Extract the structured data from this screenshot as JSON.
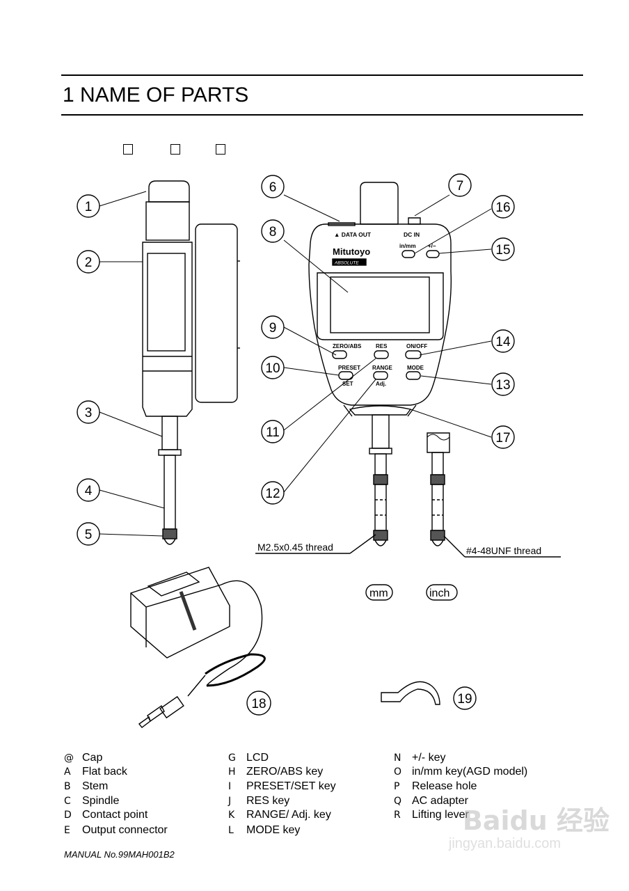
{
  "header": {
    "title": "1   NAME OF PARTS"
  },
  "diagram": {
    "callouts": [
      "1",
      "2",
      "3",
      "4",
      "5",
      "6",
      "7",
      "8",
      "9",
      "10",
      "11",
      "12",
      "13",
      "14",
      "15",
      "16",
      "17",
      "18",
      "19"
    ],
    "gauge_labels": {
      "data_out": "▲ DATA OUT",
      "dc_in": "DC IN",
      "brand": "Mitutoyo",
      "series": "ABSOLUTE",
      "in_mm": "in/mm",
      "plus_minus": "+/−",
      "zero_abs": "ZERO/ABS",
      "res": "RES",
      "on_off": "ON/OFF",
      "preset": "PRESET",
      "set": "SET",
      "range": "RANGE",
      "adj": "Adj.",
      "mode": "MODE"
    },
    "thread_metric": "M2.5x0.45  thread",
    "thread_inch": "#4-48UNF  thread",
    "unit_mm": "mm",
    "unit_inch": "inch"
  },
  "legend": {
    "col1": [
      {
        "glyph": "@",
        "label": "Cap"
      },
      {
        "glyph": "A",
        "label": "Flat back"
      },
      {
        "glyph": "B",
        "label": "Stem"
      },
      {
        "glyph": "C",
        "label": "Spindle"
      },
      {
        "glyph": "D",
        "label": "Contact point"
      },
      {
        "glyph": "E",
        "label": "Output connector"
      }
    ],
    "col2": [
      {
        "glyph": "G",
        "label": "LCD"
      },
      {
        "glyph": "H",
        "label": "ZERO/ABS key"
      },
      {
        "glyph": "I",
        "label": "PRESET/SET key"
      },
      {
        "glyph": "J",
        "label": "RES key"
      },
      {
        "glyph": "K",
        "label": "RANGE/ Adj.   key"
      },
      {
        "glyph": "L",
        "label": "MODE key"
      }
    ],
    "col3": [
      {
        "glyph": "N",
        "label": "+/- key"
      },
      {
        "glyph": "O",
        "label": "in/mm key(AGD model)"
      },
      {
        "glyph": "P",
        "label": "Release hole"
      },
      {
        "glyph": "Q",
        "label": "AC adapter"
      },
      {
        "glyph": "R",
        "label": "Lifting lever"
      }
    ]
  },
  "footer": {
    "manual": "MANUAL No.99MAH001B2"
  },
  "watermark": {
    "brand": "Baidu 经验",
    "url": "jingyan.baidu.com"
  }
}
